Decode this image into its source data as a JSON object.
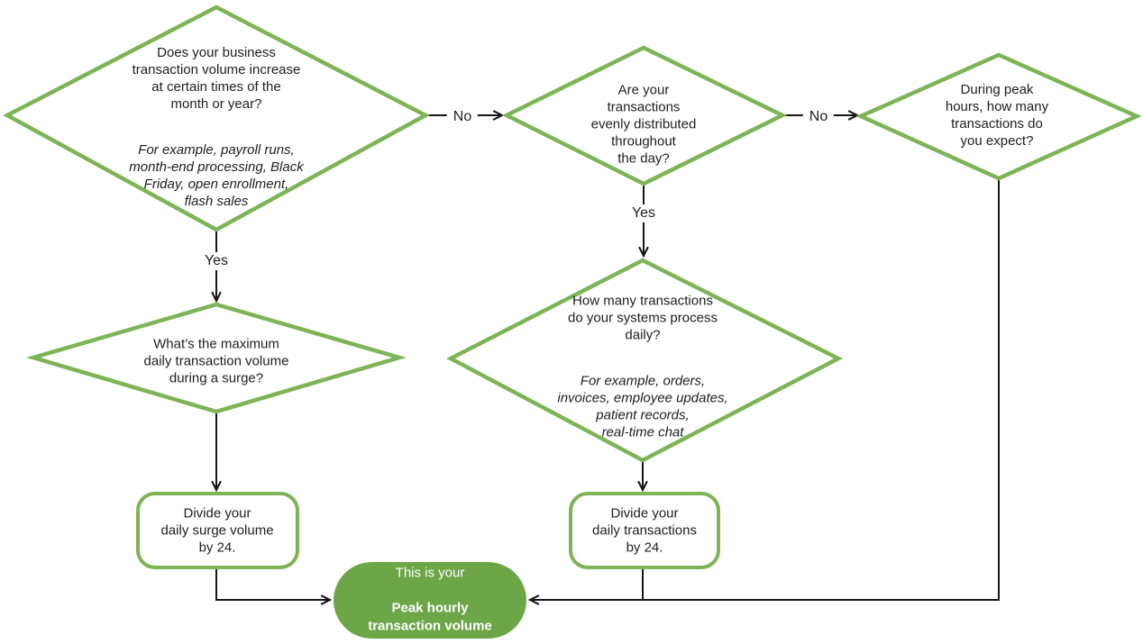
{
  "title": "Peak hourly transaction volume flowchart",
  "colors": {
    "shape_border_green": "#7CB456",
    "result_fill_green": "#6CA647",
    "line_black": "#161616",
    "text_dark": "#1E1E1E",
    "background": "#FFFFFF"
  },
  "nodes": {
    "d1": {
      "question": "Does your business\ntransaction volume increase\nat certain times of the\nmonth or year?",
      "example": "For example, payroll runs,\nmonth-end processing, Black\nFriday, open enrollment,\nflash sales"
    },
    "d2": {
      "question": "Are your\ntransactions\nevenly distributed\nthroughout\nthe day?"
    },
    "d3": {
      "question": "During peak\nhours, how many\ntransactions do\nyou expect?"
    },
    "d4": {
      "question": "What’s the maximum\ndaily transaction volume\nduring a surge?"
    },
    "d5": {
      "question": "How many transactions\ndo your systems process\ndaily?",
      "example": "For example, orders,\ninvoices, employee updates,\npatient records,\nreal-time chat"
    },
    "box_left": {
      "label": "Divide your\ndaily surge volume\nby 24."
    },
    "box_mid": {
      "label": "Divide your\ndaily transactions\nby 24."
    },
    "result": {
      "intro": "This is your",
      "emphasis": "Peak hourly\ntransaction volume"
    }
  },
  "edge_labels": {
    "no1": "No",
    "no2": "No",
    "yes1": "Yes",
    "yes2": "Yes"
  }
}
